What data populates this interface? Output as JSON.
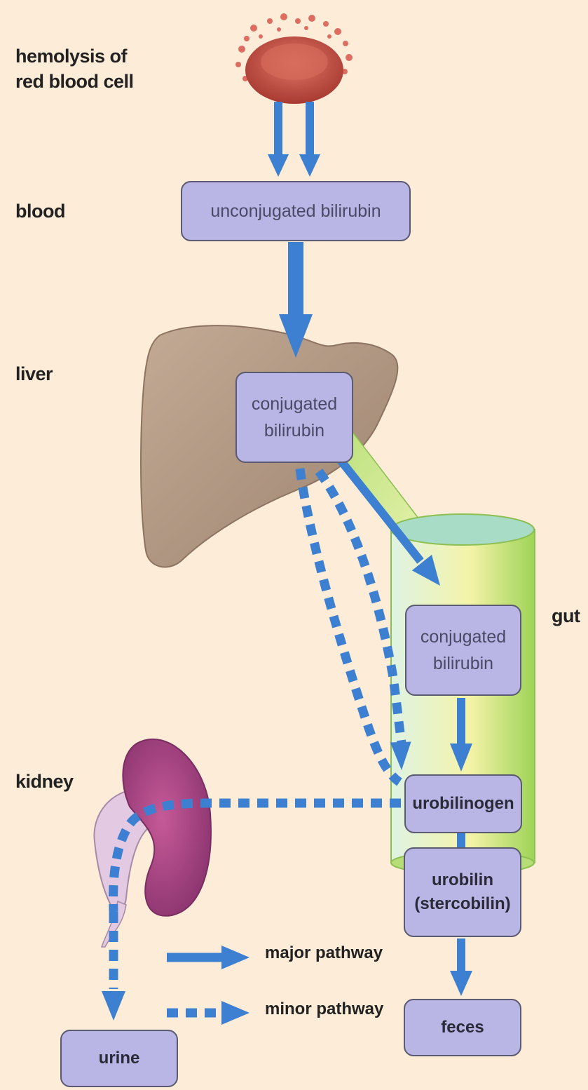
{
  "side_labels": {
    "hemolysis": "hemolysis of\nred blood cell",
    "blood": "blood",
    "liver": "liver",
    "gut": "gut",
    "kidney": "kidney"
  },
  "boxes": {
    "unconjugated": "unconjugated bilirubin",
    "conjugated_liver": "conjugated\nbilirubin",
    "conjugated_gut": "conjugated\nbilirubin",
    "urobilinogen": "urobilinogen",
    "urobilin": "urobilin\n(stercobilin)",
    "feces": "feces",
    "urine": "urine"
  },
  "legend": {
    "major": "major pathway",
    "minor": "minor pathway"
  },
  "colors": {
    "background": "#fcecd8",
    "arrow": "#3d7fd1",
    "box_fill": "#b9b5e4",
    "box_border": "#5a5a72",
    "liver": "#b39a86",
    "kidney": "#a94a83",
    "gut": "#cfe890"
  }
}
